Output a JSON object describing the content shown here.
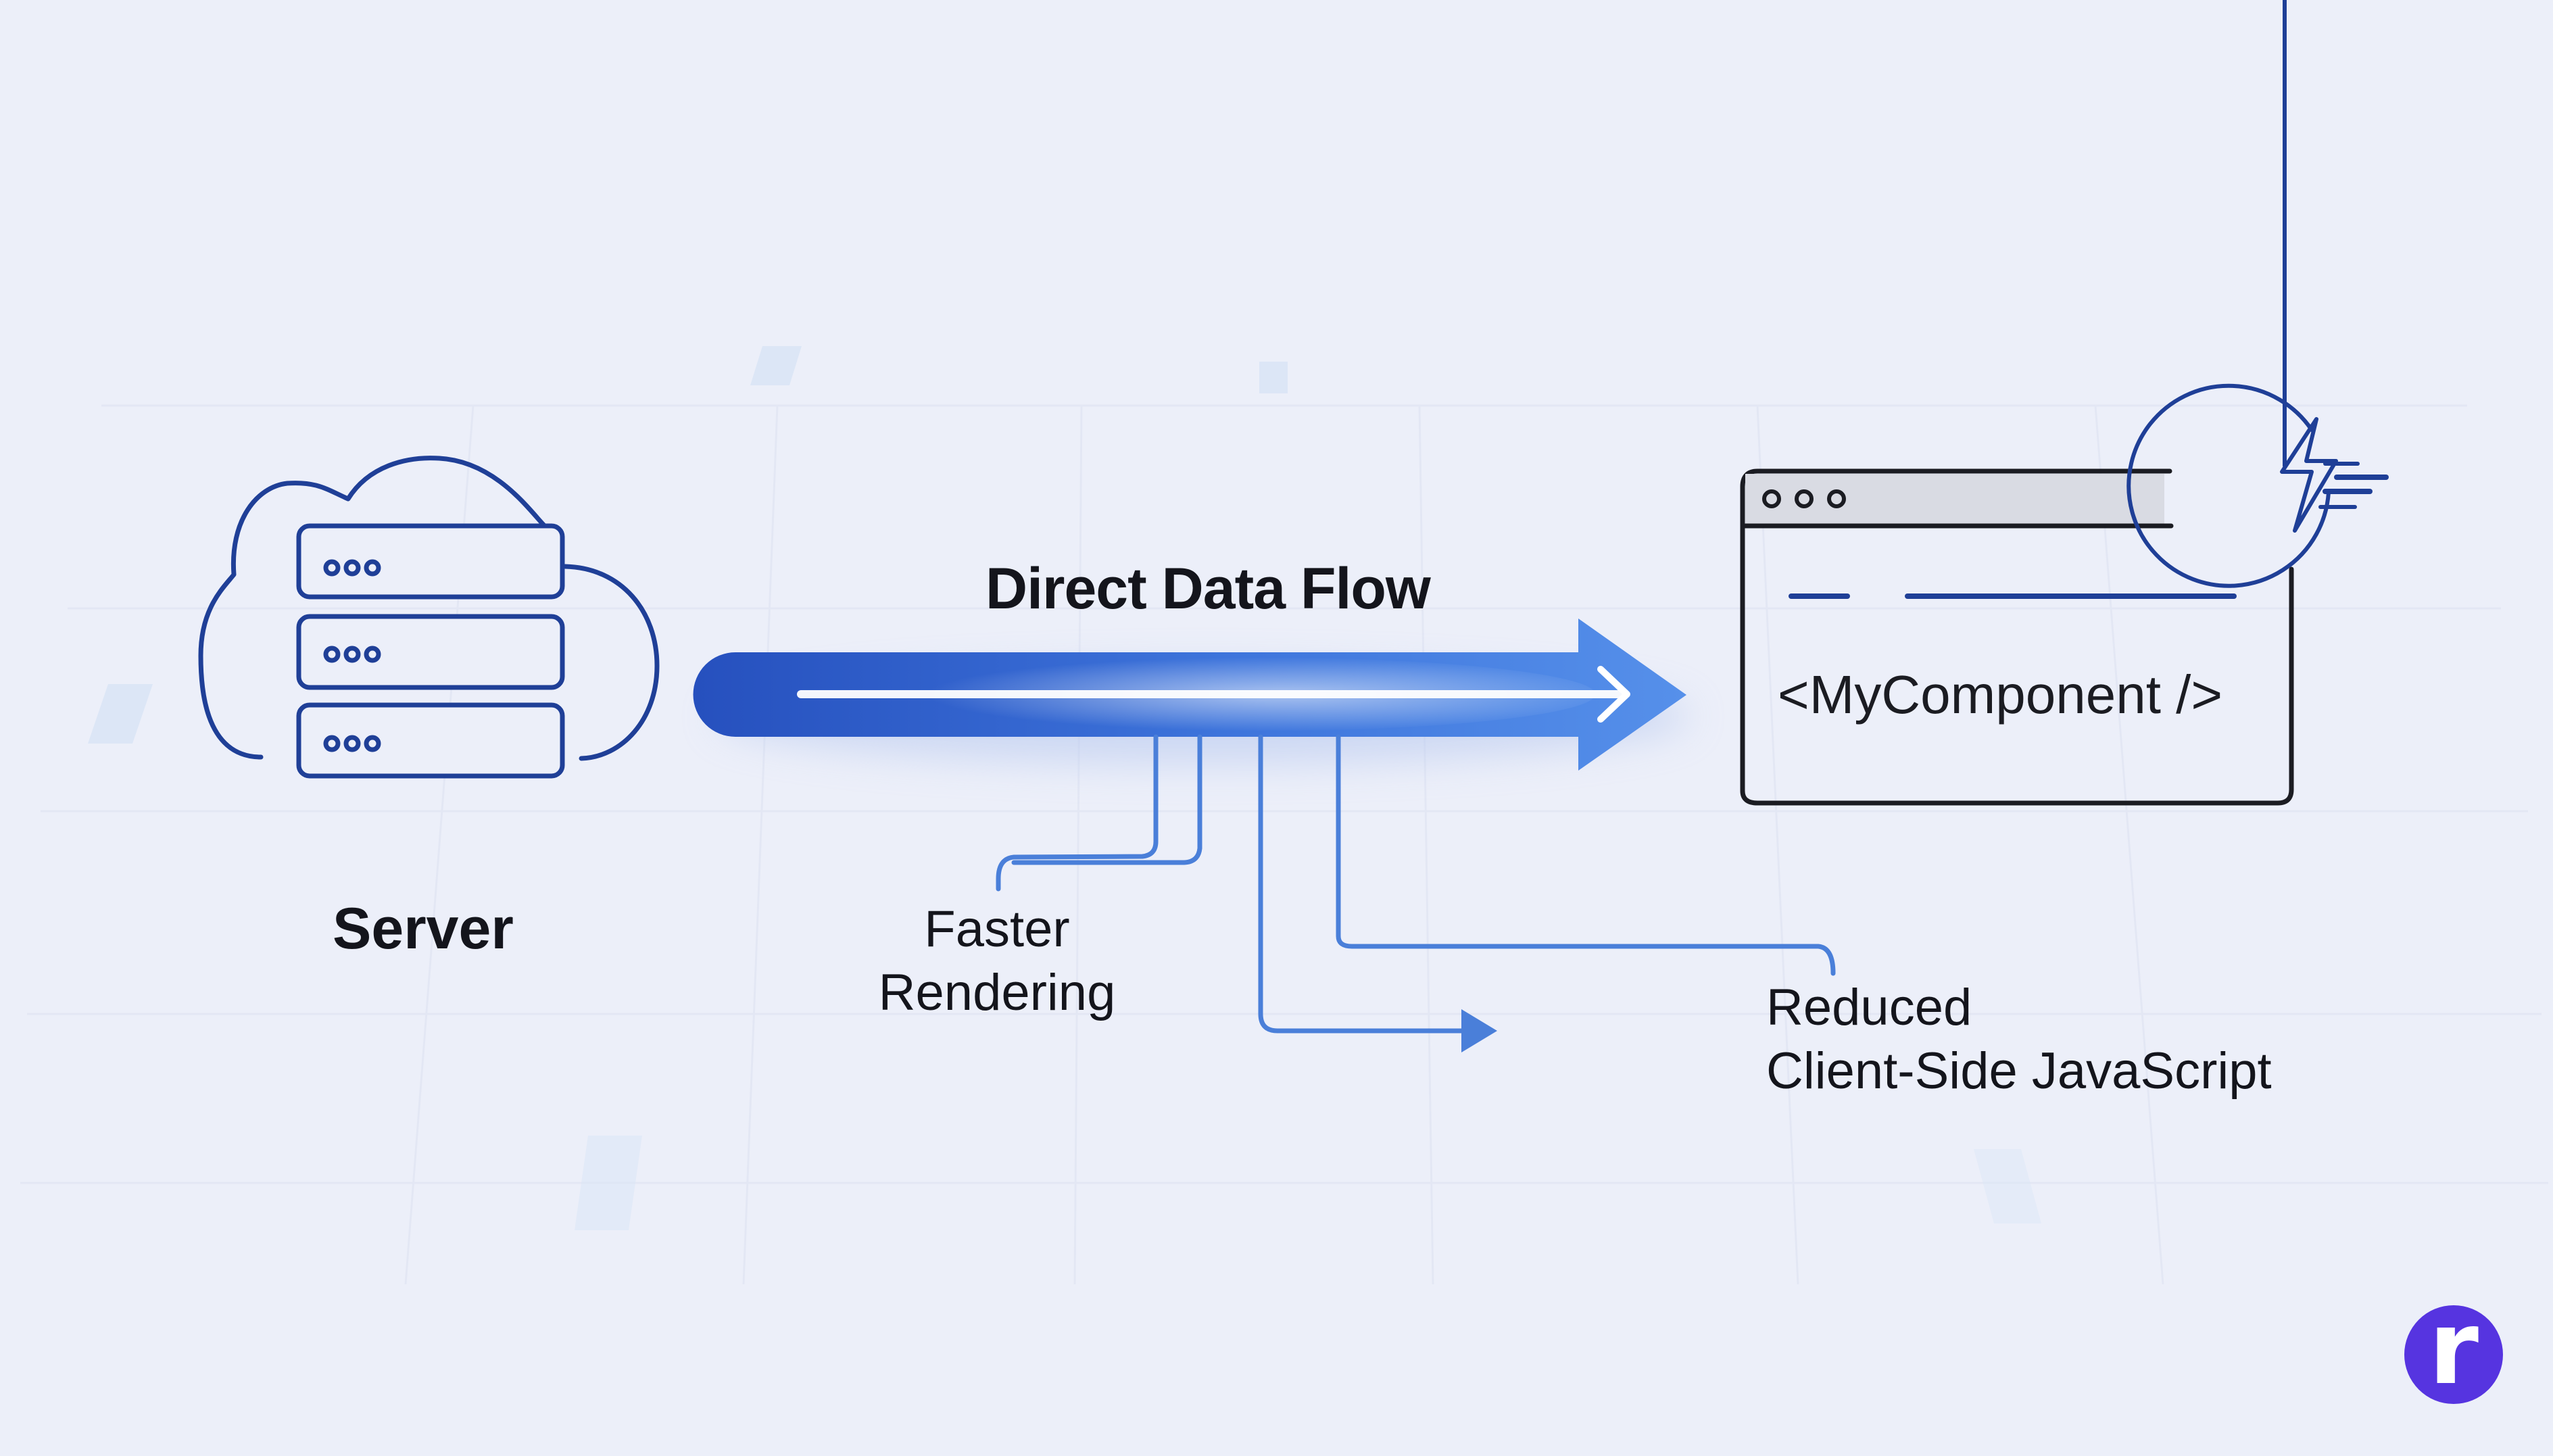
{
  "diagram": {
    "title": "Direct Data Flow",
    "source": {
      "label": "Server",
      "icon": "cloud-server-icon",
      "rack_units": 3
    },
    "target": {
      "label": "<MyComponent />",
      "icon": "browser-window-icon",
      "badge_icon": "lightning-bolt-icon"
    },
    "benefits": [
      {
        "line1": "Faster",
        "line2": "Rendering"
      },
      {
        "line1": "Reduced",
        "line2": "Client-Side JavaScript"
      }
    ],
    "logo": {
      "letter": "r",
      "color": "#5634e0"
    }
  },
  "colors": {
    "background": "#eceff9",
    "arrow_dark": "#2752c4",
    "arrow_light": "#4f8ae8",
    "icon_stroke": "#1f3f97",
    "connector": "#4a7fd9",
    "text": "#14151c"
  }
}
